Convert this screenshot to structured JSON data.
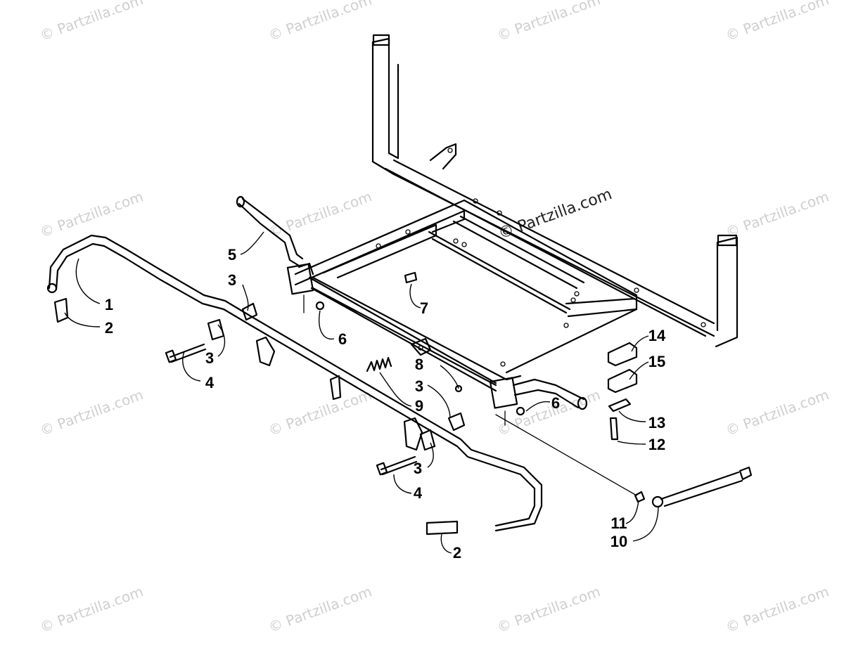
{
  "watermark": {
    "text": "© Partzilla.com",
    "center_text": "© Partzilla.com"
  },
  "callouts": {
    "c1": "1",
    "c2a": "2",
    "c2b": "2",
    "c3a": "3",
    "c3b": "3",
    "c3c": "3",
    "c3d": "3",
    "c4a": "4",
    "c4b": "4",
    "c5": "5",
    "c6a": "6",
    "c6b": "6",
    "c7": "7",
    "c8": "8",
    "c9": "9",
    "c10": "10",
    "c11": "11",
    "c12": "12",
    "c13": "13",
    "c14": "14",
    "c15": "15"
  }
}
